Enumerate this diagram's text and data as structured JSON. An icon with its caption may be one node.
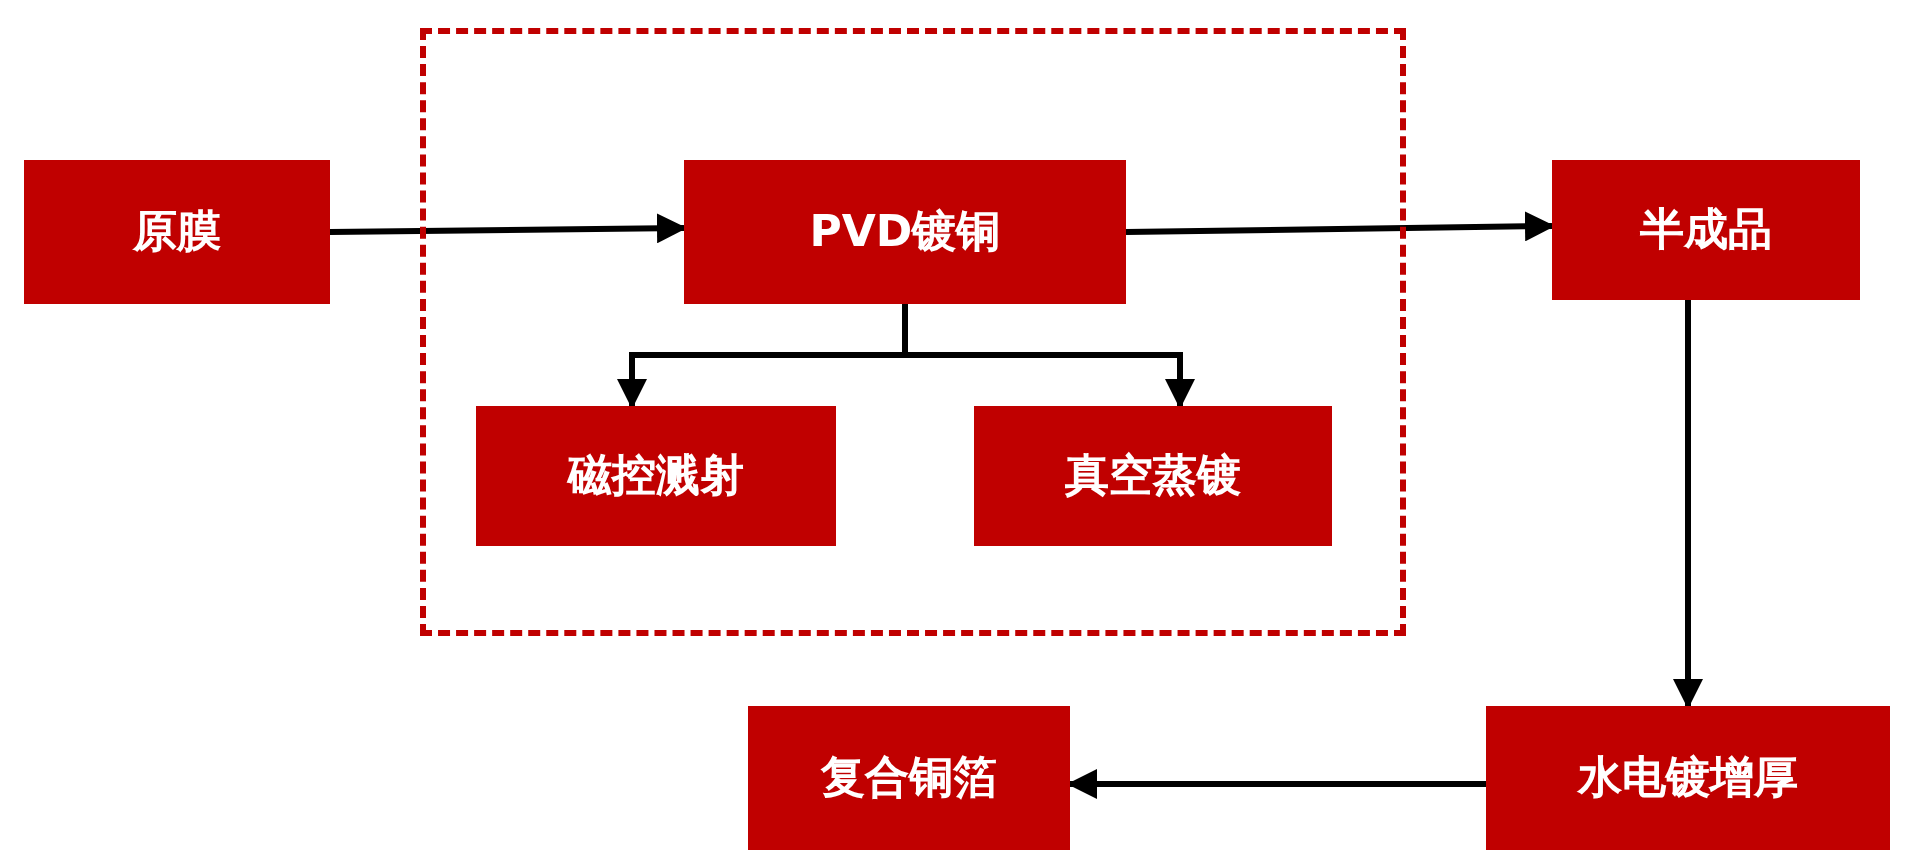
{
  "diagram": {
    "nodes": [
      {
        "text": [],
        "shape": "box"
      },
      {
        "text": [
          "原膜"
        ]
      },
      {
        "text": [
          "PVD镀铜"
        ],
        "in": 0
      },
      {
        "text": [
          "磁控溅射"
        ],
        "in": 0
      },
      {
        "text": [
          "真空蒸镀"
        ],
        "in": 0
      },
      {
        "text": [
          "半成品"
        ]
      },
      {
        "text": [
          "水电镀增厚"
        ]
      },
      {
        "text": [
          "复合铜箔"
        ]
      }
    ],
    "edges": [
      {
        "from": 1,
        "to": 2,
        "arrow": "to"
      },
      {
        "from": 2,
        "to": 3,
        "arrow": "to"
      },
      {
        "from": 2,
        "to": 4,
        "arrow": "to"
      },
      {
        "from": 2,
        "to": 5,
        "arrow": "to"
      },
      {
        "from": 5,
        "to": 6,
        "arrow": "to"
      },
      {
        "from": 6,
        "to": 7,
        "arrow": "to"
      }
    ]
  }
}
